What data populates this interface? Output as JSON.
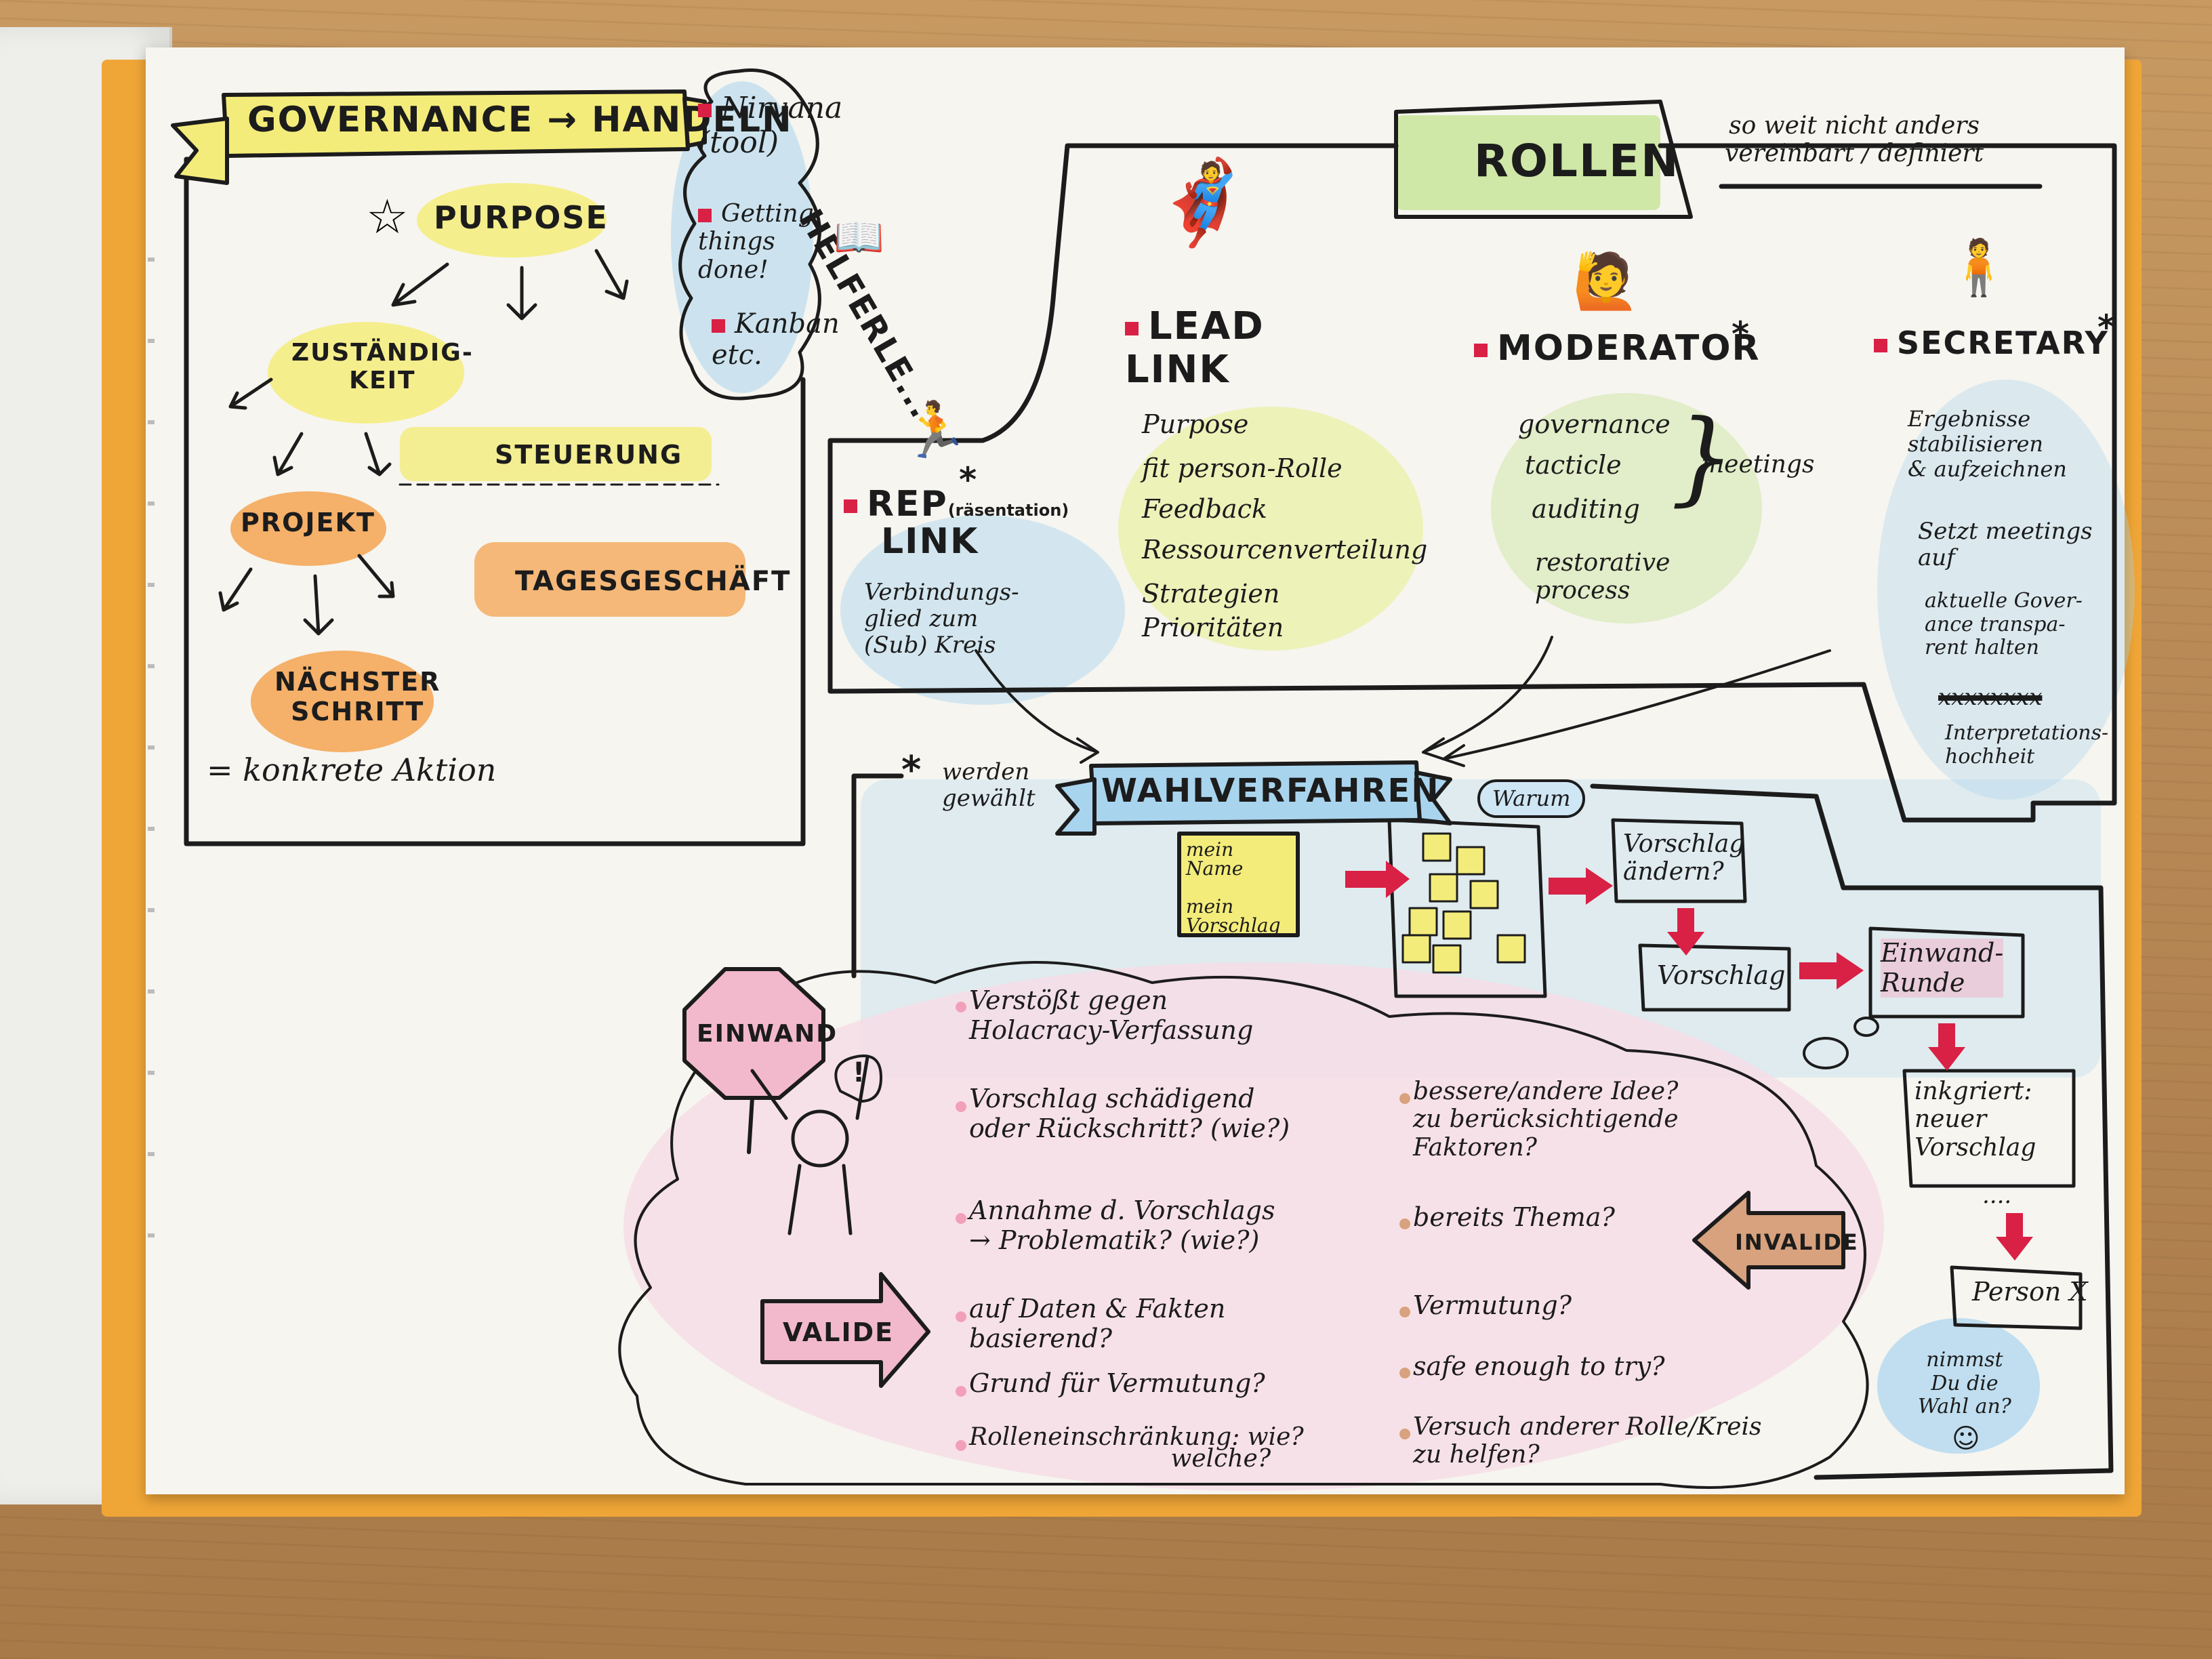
{
  "governance": {
    "banner": "GOVERNANCE → HANDELN",
    "purpose": "PURPOSE",
    "zustaendigkeit": "ZUSTÄNDIG-\nKEIT",
    "steuerung": "STEUERUNG",
    "projekt": "PROJEKT",
    "tagesgeschaeft": "TAGESGESCHÄFT",
    "naechster_schritt": "NÄCHSTER\nSCHRITT",
    "konkrete_aktion": "= konkrete Aktion"
  },
  "helferle": {
    "title": "HELFERLE...",
    "items": [
      "Nirvana\n(tool)",
      "Getting\nthings\ndone!",
      "Kanban\netc."
    ]
  },
  "rollen": {
    "banner": "ROLLEN",
    "note": "so weit nicht anders\nvereinbart / definiert",
    "rep_link": {
      "title": "REP",
      "title_small": "(räsentation)",
      "title2": "LINK",
      "asterisk": "*",
      "items": [
        "Verbindungs-\nglied zum\n(Sub) Kreis"
      ]
    },
    "lead_link": {
      "title": "LEAD\nLINK",
      "items": [
        "Purpose",
        "fit person-Rolle",
        "Feedback",
        "Ressourcenverteilung",
        "Strategien",
        "Prioritäten"
      ]
    },
    "moderator": {
      "title": "MODERATOR",
      "asterisk": "*",
      "items": [
        "governance",
        "tacticle",
        "auditing",
        "restorative\nprocess"
      ],
      "meetings": "meetings"
    },
    "secretary": {
      "title": "SECRETARY",
      "asterisk": "*",
      "items": [
        "Ergebnisse\nstabilisieren\n& aufzeichnen",
        "Setzt meetings\nauf",
        "aktuelle Gover-\nance transpa-\nrent halten",
        "Interpretations-\nhochheit"
      ]
    }
  },
  "wahlverfahren": {
    "banner": "WAHLVERFAHREN",
    "werden_gewaehlt": "werden\ngewählt",
    "asterisk": "*",
    "sticky": "mein\nName\n\nmein\nVorschlag",
    "warum": "Warum",
    "vorschlag_aendern": "Vorschlag\nändern?",
    "vorschlag": "Vorschlag",
    "einwand_runde": "Einwand-\nRunde",
    "integriert": "inkgriert:\nneuer\nVorschlag",
    "ellipsis": "....",
    "person_x": "Person X",
    "nimmst": "nimmst\nDu die\nWahl an?",
    "smiley": "☺"
  },
  "einwand": {
    "sign": "EINWAND",
    "exclaim": "!",
    "valide": "VALIDE",
    "invalide": "INVALIDE",
    "left_items": [
      "Verstößt gegen\nHolacracy-Verfassung",
      "Vorschlag schädigend\noder Rückschritt? (wie?)",
      "Annahme d. Vorschlags\n→ Problematik? (wie?)",
      "auf Daten & Fakten\nbasierend?",
      "Grund für Vermutung?",
      "Rolleneinschränkung: wie?\n                          welche?"
    ],
    "right_items": [
      "bessere/andere Idee?\nzu berücksichtigende\nFaktoren?",
      "bereits Thema?",
      "Vermutung?",
      "safe enough to try?",
      "Versuch anderer Rolle/Kreis\nzu helfen?"
    ]
  },
  "colors": {
    "yellow": "#f4ec7a",
    "orange": "#f5a95a",
    "blue": "#a9d4ee",
    "pink": "#f2b9cc",
    "green": "#c9e59a",
    "red": "#d92045",
    "brown": "#d7a27d"
  }
}
